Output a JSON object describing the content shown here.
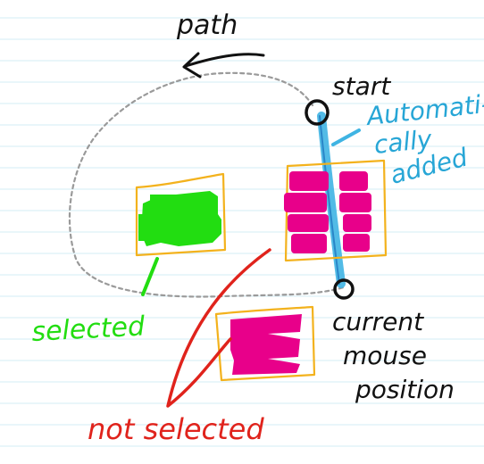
{
  "colors": {
    "ruled_line": "#d3ecf6",
    "path": "#9a9a9a",
    "ink": "#111111",
    "auto_line": "#3fb4e3",
    "selected": "#22dd11",
    "not_selected": "#e8008a",
    "frame": "#f3b21d",
    "red_annotation": "#e0231c"
  },
  "labels": {
    "path": "path",
    "start": "start",
    "auto_line1": "Automati-",
    "auto_line2": "cally",
    "auto_line3": "added",
    "current_line1": "current",
    "current_line2": "mouse",
    "current_line3": "position",
    "selected": "selected",
    "not_selected": "not selected"
  },
  "icons": {
    "path_arrow": "arrow-left-icon"
  }
}
